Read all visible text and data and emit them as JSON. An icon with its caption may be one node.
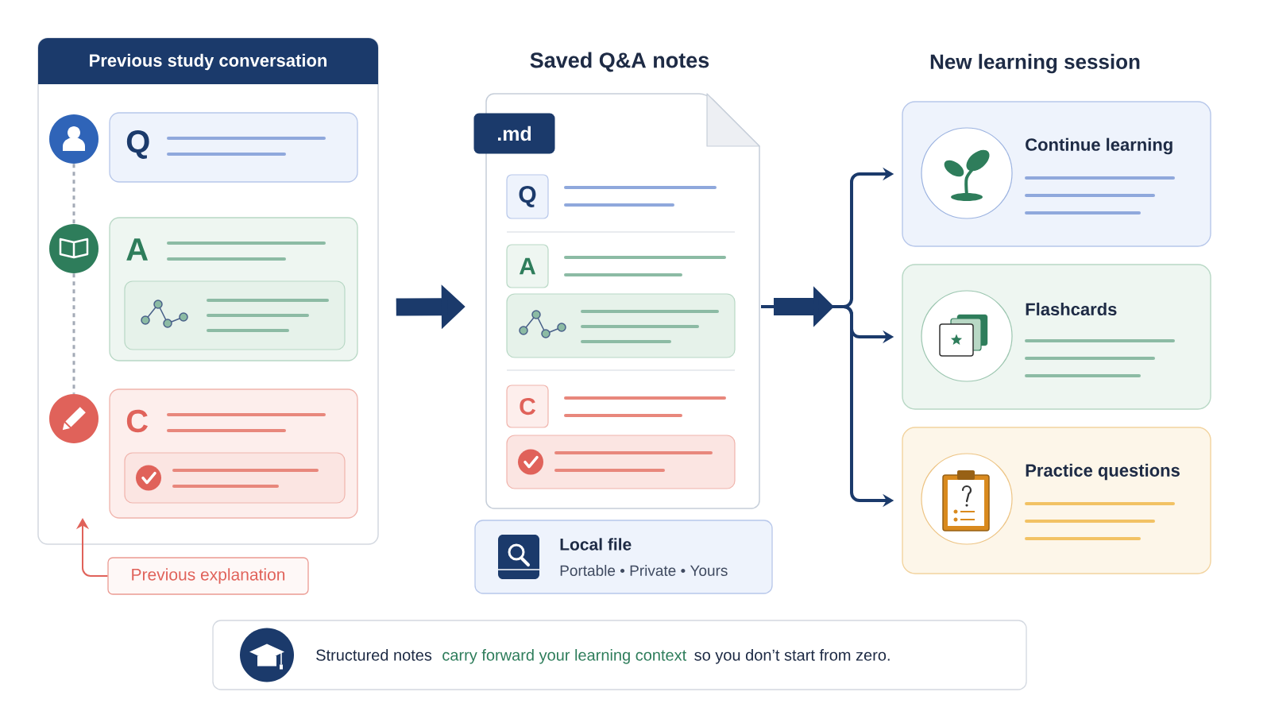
{
  "diagram": {
    "nodes": [
      {
        "text": [
          "Previous study conversation"
        ]
      },
      {
        "text": [],
        "shape": "circle",
        "in": 0
      },
      {
        "text": [
          "Q"
        ],
        "in": 0
      },
      {
        "text": [],
        "shape": "circle",
        "in": 0
      },
      {
        "text": [
          "A"
        ],
        "in": 0
      },
      {
        "text": [],
        "shape": "circle",
        "in": 0
      },
      {
        "text": [
          "C"
        ],
        "in": 0
      },
      {
        "text": [
          "Previous explanation"
        ]
      },
      {
        "text": [
          "Saved Q&A notes"
        ]
      },
      {
        "text": [
          ".md"
        ],
        "in": 8
      },
      {
        "text": [
          "Q"
        ],
        "in": 8
      },
      {
        "text": [
          "A"
        ],
        "in": 8
      },
      {
        "text": [
          "C"
        ],
        "in": 8
      },
      {
        "text": [
          "Local file",
          "Portable • Private • Yours"
        ]
      },
      {
        "text": [
          "Continue learning"
        ]
      },
      {
        "text": [
          "Flashcards"
        ]
      },
      {
        "text": [
          "Practice questions"
        ]
      },
      {
        "text": [
          "Structured notes",
          "carry forward your learning context",
          "so you don’t start from zero."
        ]
      }
    ],
    "edges": [
      {
        "from": 1,
        "to": 3,
        "arrow": "none",
        "style": "dashed",
        "color": "#a3aab6"
      },
      {
        "from": 3,
        "to": 5,
        "arrow": "none",
        "style": "dashed",
        "color": "#a3aab6"
      },
      {
        "from": 7,
        "to": null,
        "arrow": "to",
        "color": "#e0625a"
      },
      {
        "from": 0,
        "to": 8,
        "arrow": "to",
        "style": "thick"
      },
      {
        "from": 8,
        "to": 14,
        "arrow": "to"
      },
      {
        "from": 8,
        "to": 15,
        "arrow": "to"
      },
      {
        "from": 8,
        "to": 16,
        "arrow": "to"
      }
    ],
    "labels": [
      "New learning session"
    ]
  }
}
